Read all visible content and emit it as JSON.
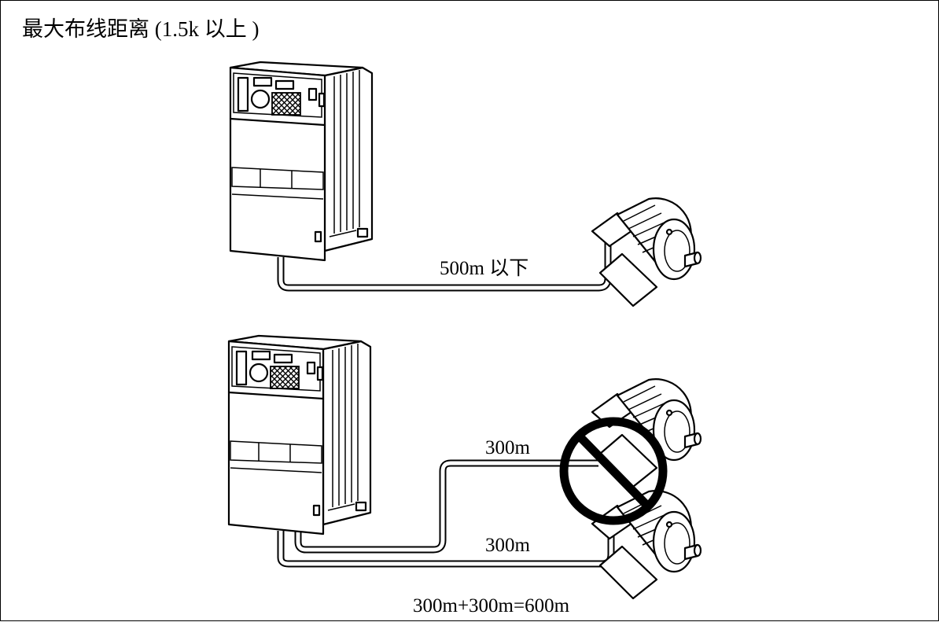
{
  "title": "最大布线距离 (1.5k 以上 )",
  "example_single": {
    "distance_label": "500m 以下"
  },
  "example_parallel": {
    "upper_cable_label": "300m",
    "lower_cable_label": "300m",
    "total_label": "300m+300m=600m"
  },
  "icons": {
    "inverter": "inverter-unit-icon",
    "motor": "motor-icon",
    "prohibited": "prohibition-sign-icon"
  },
  "colors": {
    "line": "#000000",
    "background": "#ffffff"
  }
}
